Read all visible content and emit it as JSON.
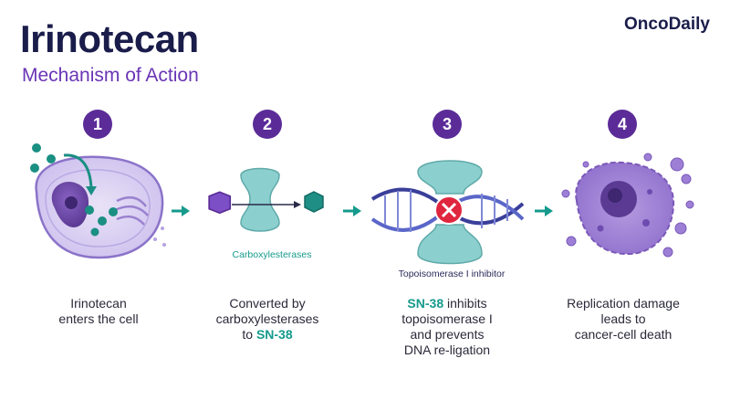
{
  "header": {
    "title": "Irinotecan",
    "subtitle": "Mechanism of Action",
    "brand": "OncoDaily"
  },
  "steps": [
    {
      "number": "1",
      "lines": [
        "Irinotecan",
        "enters the cell"
      ]
    },
    {
      "number": "2",
      "lines": [
        "Converted by",
        "carboxylesterases"
      ],
      "highlight_line_prefix": "to ",
      "highlight": "SN-38"
    },
    {
      "number": "3",
      "highlight": "SN-38",
      "lines": [
        " inhibits",
        "topoisomerase I",
        "and prevents",
        "DNA re-ligation"
      ]
    },
    {
      "number": "4",
      "lines": [
        "Replication damage",
        "leads to",
        "cancer-cell death"
      ]
    }
  ],
  "labels": {
    "enzyme": "Carboxylesterases",
    "inhibitor": "Topoisomerase I inhibitor"
  },
  "colors": {
    "accent_purple": "#5b2c98",
    "accent_teal": "#159a8c",
    "title_navy": "#1a1d4a"
  }
}
